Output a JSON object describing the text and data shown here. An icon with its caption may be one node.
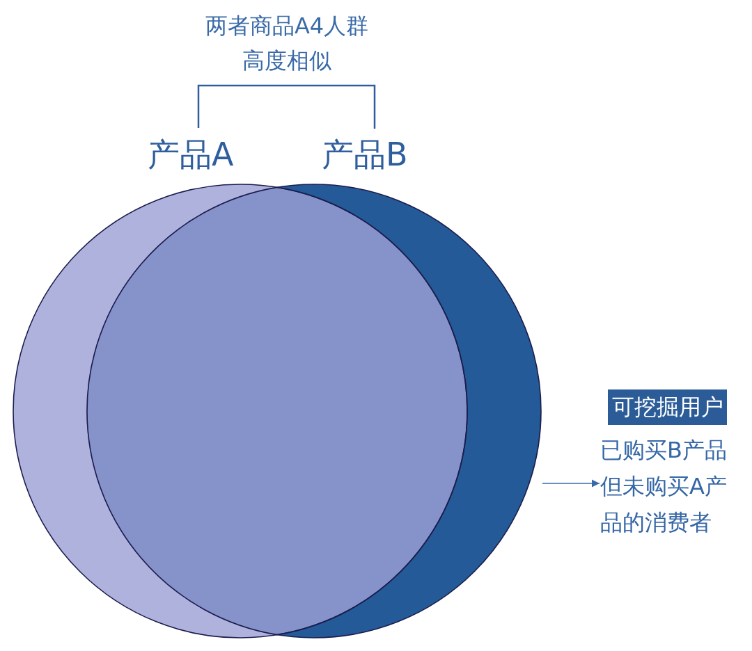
{
  "diagram": {
    "nodes": [
      {
        "text": [
          "产品A"
        ]
      },
      {
        "text": [
          "产品B"
        ]
      },
      {
        "text": [
          "可挖掘用户"
        ]
      },
      {
        "text": [
          "已购买B产品但未购买A产品的消费者"
        ]
      }
    ],
    "edges": [
      {
        "from": 1,
        "to": 3,
        "arrow": "to"
      }
    ],
    "labels": [
      "两者商品A4人群高度相似"
    ]
  }
}
